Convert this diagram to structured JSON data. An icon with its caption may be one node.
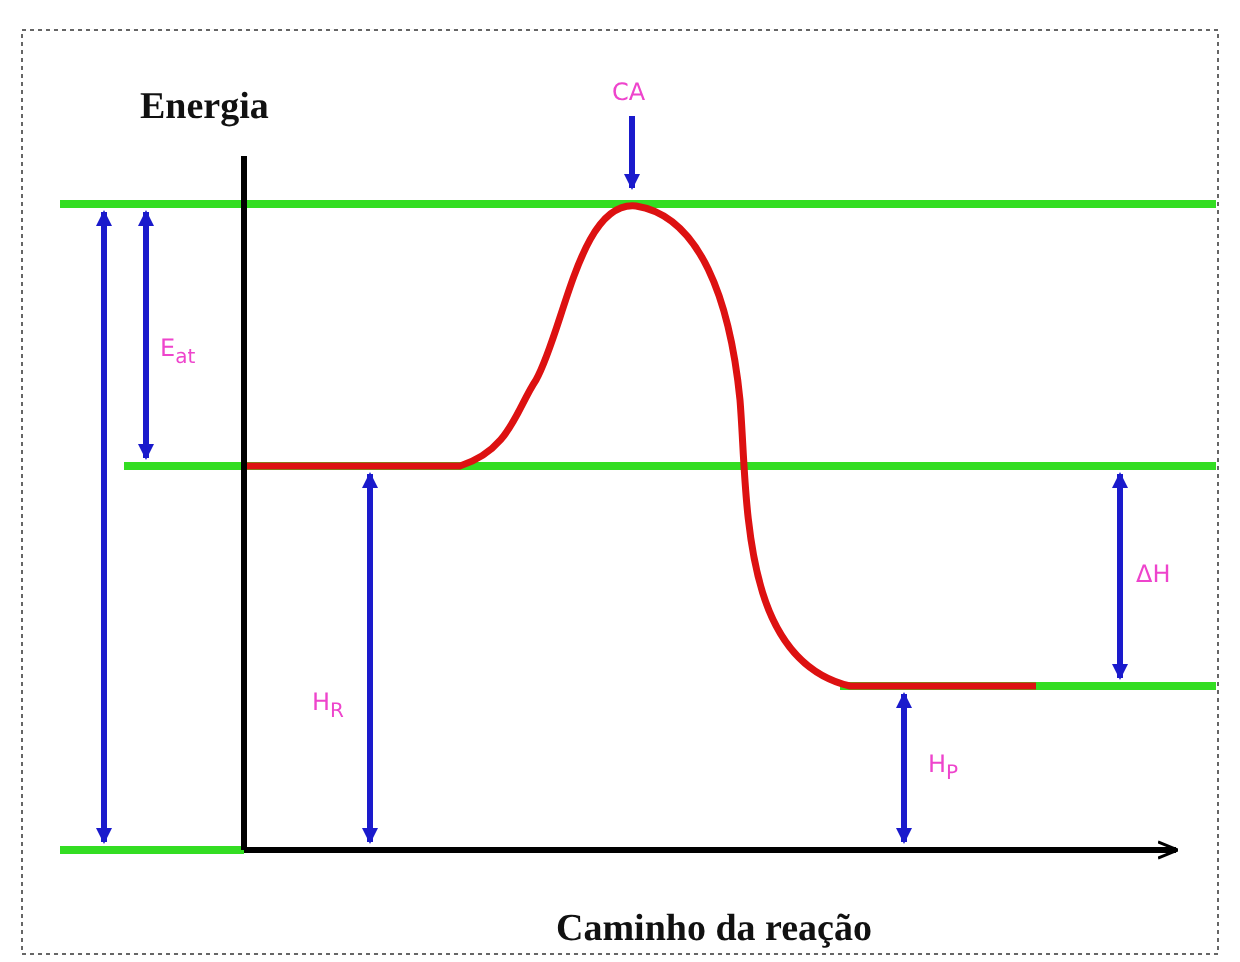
{
  "diagram": {
    "labels": [
      "Energia",
      "CA",
      "E$_{at}$",
      "H$_{R}$",
      "ΔH",
      "H$_{P}$",
      "Caminho da reação"
    ]
  }
}
